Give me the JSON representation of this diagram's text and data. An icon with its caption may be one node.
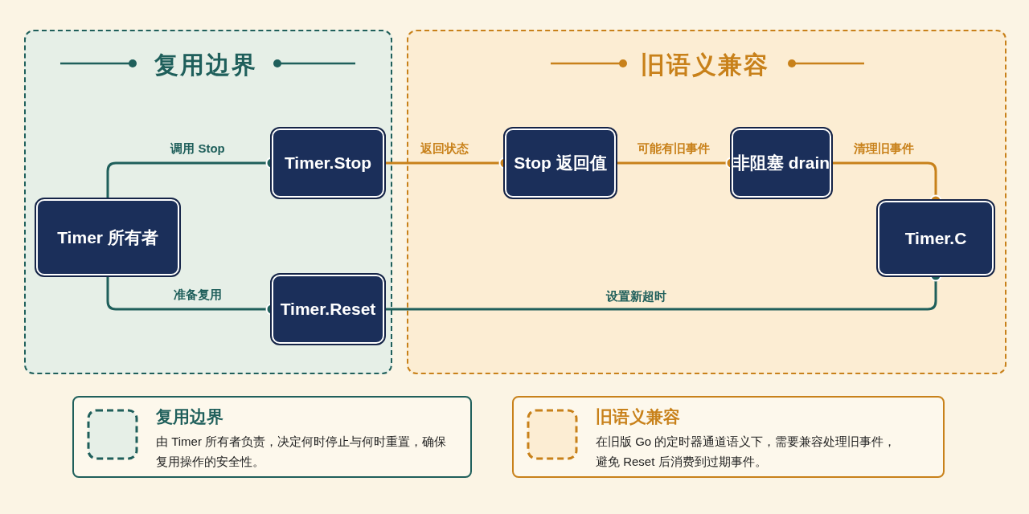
{
  "diagram": {
    "nodes": [
      {
        "text": [
          "复用边界"
        ]
      },
      {
        "text": [
          "旧语义兼容"
        ]
      },
      {
        "text": [
          "Timer 所有者"
        ],
        "in": 0
      },
      {
        "text": [
          "Timer.Stop"
        ],
        "in": 0
      },
      {
        "text": [
          "Timer.Reset"
        ],
        "in": 0
      },
      {
        "text": [
          "Stop 返回值"
        ],
        "in": 1
      },
      {
        "text": [
          "非阻塞 drain"
        ],
        "in": 1
      },
      {
        "text": [
          "Timer.C"
        ],
        "in": 1
      },
      {
        "text": [
          "复用边界",
          "由 Timer 所有者负责，决定何时停止与何时重置，确保复用操作的安全性。"
        ]
      },
      {
        "text": [
          "旧语义兼容",
          "在旧版 Go 的定时器通道语义下，需要兼容处理旧事件，避免 Reset 后消费到过期事件。"
        ]
      }
    ],
    "edges": [
      {
        "from": 2,
        "to": 3,
        "arrow": "other",
        "label": "调用 Stop"
      },
      {
        "from": 2,
        "to": 4,
        "arrow": "other",
        "label": "准备复用"
      },
      {
        "from": 3,
        "to": 5,
        "arrow": "other",
        "label": "返回状态",
        "color": "#c8811a"
      },
      {
        "from": 5,
        "to": 6,
        "arrow": "other",
        "label": "可能有旧事件",
        "color": "#c8811a"
      },
      {
        "from": 6,
        "to": 7,
        "arrow": "other",
        "label": "清理旧事件",
        "color": "#c8811a"
      },
      {
        "from": 4,
        "to": 7,
        "arrow": "other",
        "label": "设置新超时"
      }
    ]
  }
}
